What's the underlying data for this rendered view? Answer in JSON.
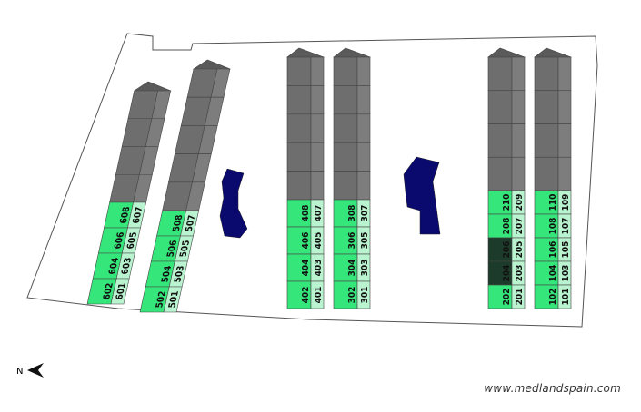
{
  "colors": {
    "available": "#35e67a",
    "available_light": "#b9f3cf",
    "unavailable": "#6e6e6e",
    "reserved": "#1d3b2a",
    "pool": "#0a0a6e",
    "outline": "#444444"
  },
  "compass": {
    "label": "N"
  },
  "watermark": "www.medlandspain.com",
  "buildings": [
    {
      "name": "block-600",
      "front": [
        "602",
        "604",
        "606",
        "608"
      ],
      "back": [
        "601",
        "603",
        "605",
        "607"
      ]
    },
    {
      "name": "block-500",
      "front": [
        "502",
        "504",
        "506",
        "508"
      ],
      "back": [
        "501",
        "503",
        "505",
        "507"
      ]
    },
    {
      "name": "block-400",
      "front": [
        "402",
        "404",
        "406",
        "408"
      ],
      "back": [
        "401",
        "403",
        "405",
        "407"
      ]
    },
    {
      "name": "block-300",
      "front": [
        "302",
        "304",
        "306",
        "308"
      ],
      "back": [
        "301",
        "303",
        "305",
        "307"
      ]
    },
    {
      "name": "block-200",
      "front": [
        "202",
        "204",
        "206",
        "208",
        "210"
      ],
      "back": [
        "201",
        "203",
        "205",
        "207",
        "209"
      ],
      "reserved": [
        "204",
        "206"
      ]
    },
    {
      "name": "block-100",
      "front": [
        "102",
        "104",
        "106",
        "108",
        "110"
      ],
      "back": [
        "101",
        "103",
        "105",
        "107",
        "109"
      ]
    }
  ]
}
